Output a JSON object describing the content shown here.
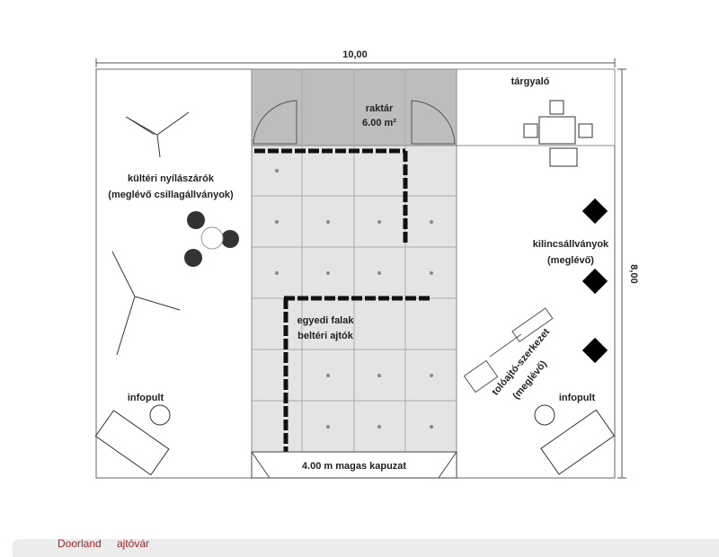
{
  "dimensions": {
    "width": "10,00",
    "height": "8,00"
  },
  "labels": {
    "storage": "raktár",
    "storage_area": "6.00 m²",
    "meeting": "tárgyaló",
    "outdoor_1": "kültéri nyílászárók",
    "outdoor_2": "(meglévő csillagállványok)",
    "handles_1": "kilincsállványok",
    "handles_2": "(meglévő)",
    "walls_1": "egyedi falak",
    "walls_2": "beltéri ajtók",
    "sliding_1": "tolóajtó-szerkezet",
    "sliding_2": "(meglévő)",
    "info_left": "infopult",
    "info_right": "infopult",
    "gate": "4.00 m magas kapuzat"
  },
  "footer": {
    "brand": "Doorland",
    "brand2": "ajtóvár"
  }
}
